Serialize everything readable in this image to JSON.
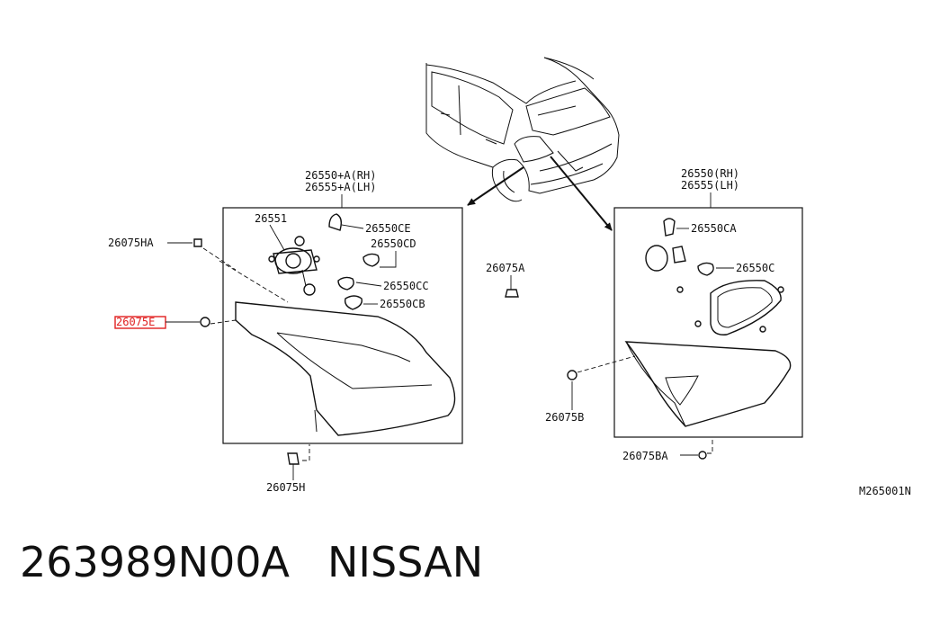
{
  "colors": {
    "highlight": "#e02020",
    "line": "#111111",
    "background": "#ffffff"
  },
  "labels": {
    "rh_main_1": "26550+A(RH)",
    "rh_main_2": "26555+A(LH)",
    "lh_main_1": "26550(RH)",
    "lh_main_2": "26555(LH)",
    "socket": "26551",
    "bulb_ce": "26550CE",
    "bulb_cd": "26550CD",
    "bulb_cc": "26550CC",
    "bulb_cb": "26550CB",
    "bulb_ca": "26550CA",
    "bulb_c": "26550C",
    "clip_ha": "26075HA",
    "clip_e": "26075E",
    "clip_a": "26075A",
    "clip_h": "26075H",
    "clip_b": "26075B",
    "clip_ba": "26075BA",
    "diagram_code": "M265001N"
  },
  "caption": {
    "part_number": "263989N00A",
    "brand": "NISSAN"
  }
}
